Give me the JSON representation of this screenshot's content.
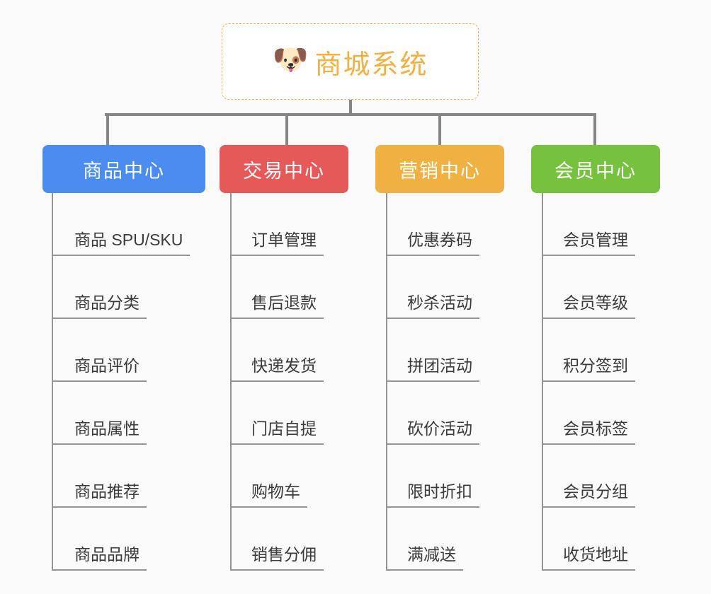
{
  "root": {
    "icon": "dog-face-emoji",
    "icon_glyph": "🐶",
    "title": "商城系统",
    "title_color": "#eeb142",
    "border_color": "#f0b254",
    "background": "#ffffff"
  },
  "canvas": {
    "background": "#fafafa",
    "connector_color": "#868686",
    "leaf_line_color": "#949494",
    "leaf_text_color": "#3a3a3a"
  },
  "columns": [
    {
      "id": "product-center",
      "label": "商品中心",
      "color": "#4a8cf0",
      "items": [
        "商品 SPU/SKU",
        "商品分类",
        "商品评价",
        "商品属性",
        "商品推荐",
        "商品品牌"
      ]
    },
    {
      "id": "trade-center",
      "label": "交易中心",
      "color": "#e55a58",
      "items": [
        "订单管理",
        "售后退款",
        "快递发货",
        "门店自提",
        "购物车",
        "销售分佣"
      ]
    },
    {
      "id": "marketing-center",
      "label": "营销中心",
      "color": "#eeb142",
      "items": [
        "优惠券码",
        "秒杀活动",
        "拼团活动",
        "砍价活动",
        "限时折扣",
        "满减送"
      ]
    },
    {
      "id": "member-center",
      "label": "会员中心",
      "color": "#76c13e",
      "items": [
        "会员管理",
        "会员等级",
        "积分签到",
        "会员标签",
        "会员分组",
        "收货地址"
      ]
    }
  ]
}
